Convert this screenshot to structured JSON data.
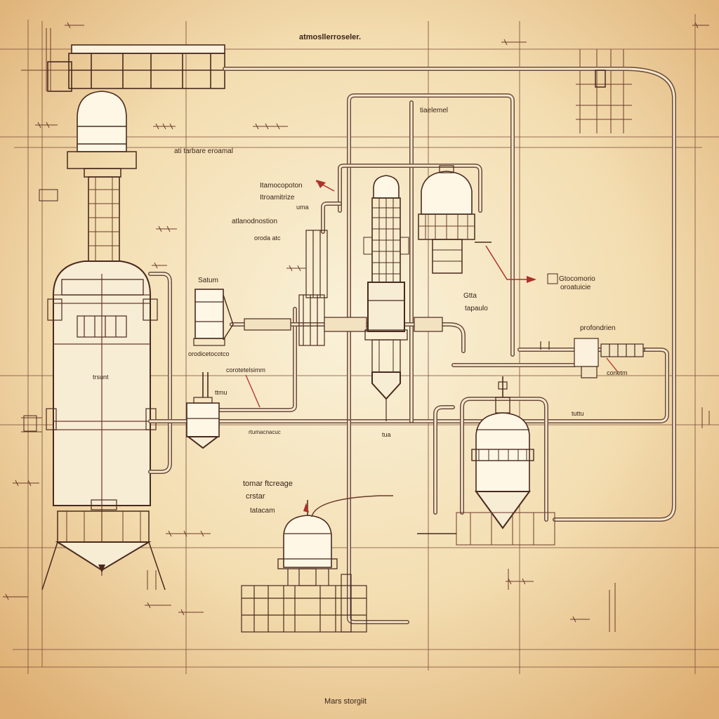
{
  "diagram": {
    "title": "atmosllerroseler.",
    "footer": "Mars storgiit",
    "labels": {
      "top_left_1": "ati tarbare eroamal",
      "mid_1": "Itamocopoton",
      "mid_2": "Itroamitrize",
      "mid_3": "uma",
      "mid_4": "atlanodnostion",
      "mid_5": "oroda atc",
      "satan": "Satum",
      "small_under_satan": "orodicetocotco",
      "comm": "corotetelsimm",
      "small_pump": "ttmu",
      "under_pump": "rtumacnacuc",
      "right_top": "tiaelemel",
      "gas": "Gtta",
      "tape": "tapaulo",
      "right_mid_1": "Gtocomorio",
      "right_mid_2": "oroatuicie",
      "profo": "profondrien",
      "small_right": "conetm",
      "right_2": "tuttu",
      "center_low": "tua",
      "left_vessel": "trsunt",
      "bottom_1": "tomar ftcreage",
      "bottom_2": "crstar",
      "bottom_3": "tatacam"
    },
    "colors": {
      "paper_light": "#f8ecce",
      "paper_dark": "#e4b77c",
      "ink": "#4a2a1e",
      "accent_red": "#b0302a"
    }
  }
}
